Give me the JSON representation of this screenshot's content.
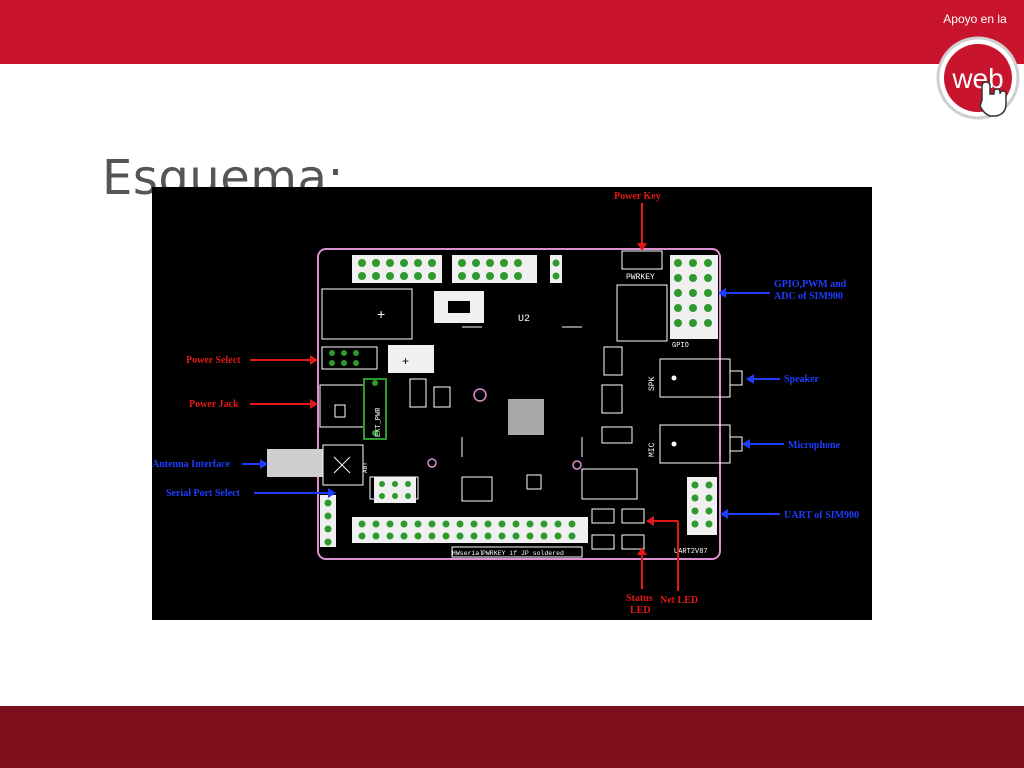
{
  "slide": {
    "title": "Esquema:",
    "logo_caption": "Apoyo en la",
    "logo_word": "web"
  },
  "colors": {
    "top_band": "#c8142d",
    "bottom_band": "#7d0f1c",
    "board_outline": "#d98fd0",
    "callout_red": "#e01818",
    "callout_blue": "#1e3cff",
    "pad_green": "#2e9a2e"
  },
  "diagram": {
    "callouts": {
      "power_key": "Power Key",
      "gpio": [
        "GPIO,PWM and",
        "ADC of SIM900"
      ],
      "power_select": "Power Select",
      "power_jack": "Power Jack",
      "speaker": "Speaker",
      "antenna": "Antenna Interface",
      "microphone": "Microphone",
      "serial_port": "Serial Port Select",
      "uart": "UART of SIM900",
      "status_led": [
        "Status",
        "LED"
      ],
      "net_led": "Net LED"
    },
    "silkscreen": {
      "u2": "U2",
      "pwrkey": "PWRKEY",
      "gpio": "GPIO",
      "spk": "SPK",
      "mic": "MIC",
      "ext_pwr": "EXT_PWR",
      "uart": "UART2V87",
      "ant": "ANT",
      "bottom_note": "PWRKEY if JP soldered",
      "hw_serial": "HWserial"
    }
  }
}
